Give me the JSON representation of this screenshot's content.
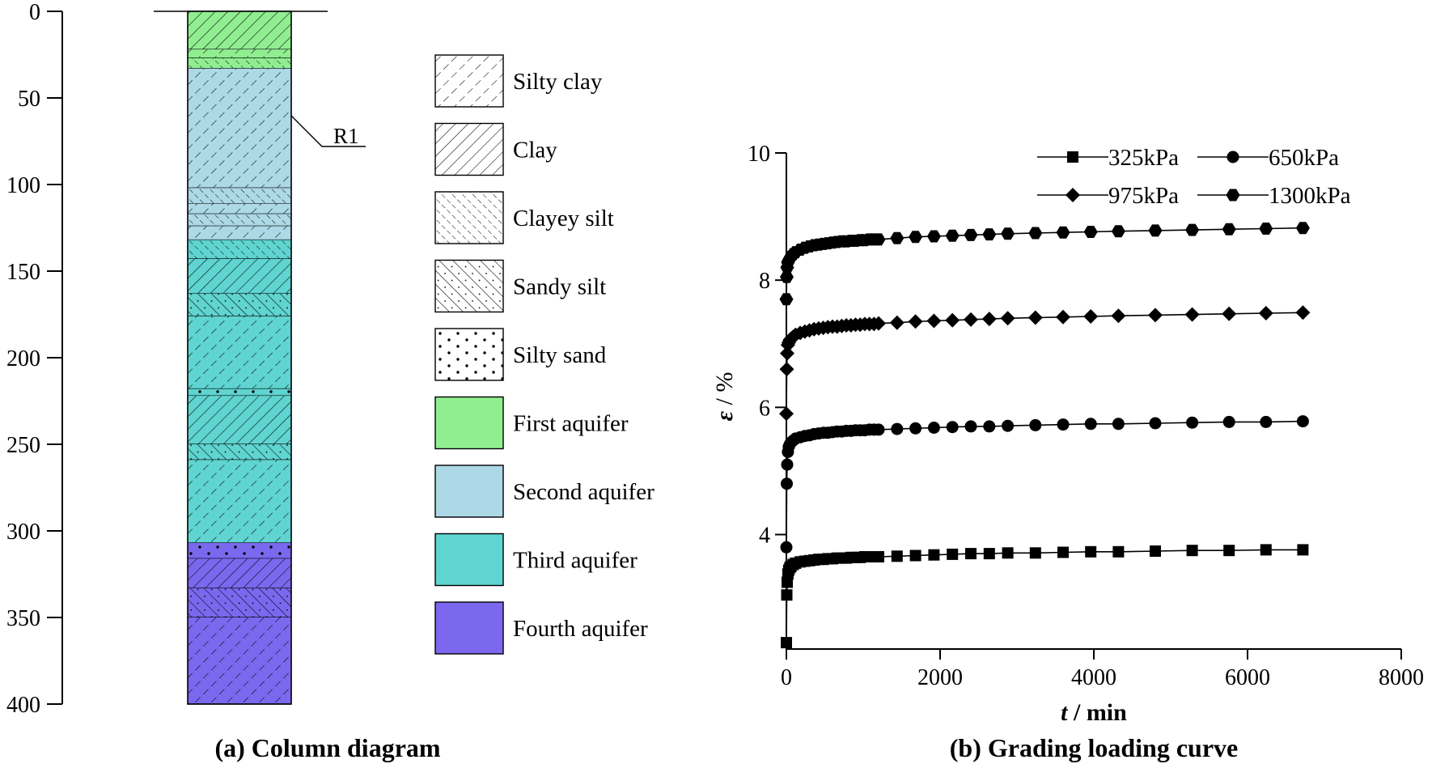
{
  "column": {
    "caption": "(a) Column diagram",
    "depth_ticks": [
      "0",
      "50",
      "100",
      "150",
      "200",
      "250",
      "300",
      "350",
      "400"
    ],
    "depth_range": [
      0,
      400
    ],
    "marker_label": "R1",
    "marker_depth": 60,
    "layers": [
      {
        "top": 0,
        "bottom": 22,
        "pattern": "clay",
        "aquifer": "first"
      },
      {
        "top": 22,
        "bottom": 27,
        "pattern": "silty-clay",
        "aquifer": "first"
      },
      {
        "top": 27,
        "bottom": 33,
        "pattern": "clayey-silt",
        "aquifer": "first"
      },
      {
        "top": 33,
        "bottom": 102,
        "pattern": "silty-clay",
        "aquifer": "second"
      },
      {
        "top": 102,
        "bottom": 111,
        "pattern": "clayey-silt",
        "aquifer": "second"
      },
      {
        "top": 111,
        "bottom": 117,
        "pattern": "silty-clay",
        "aquifer": "second"
      },
      {
        "top": 117,
        "bottom": 124,
        "pattern": "clayey-silt",
        "aquifer": "second"
      },
      {
        "top": 124,
        "bottom": 132,
        "pattern": "silty-clay",
        "aquifer": "second"
      },
      {
        "top": 132,
        "bottom": 143,
        "pattern": "clayey-silt",
        "aquifer": "third"
      },
      {
        "top": 143,
        "bottom": 163,
        "pattern": "clay",
        "aquifer": "third"
      },
      {
        "top": 163,
        "bottom": 176,
        "pattern": "sandy-silt",
        "aquifer": "third"
      },
      {
        "top": 176,
        "bottom": 218,
        "pattern": "silty-clay",
        "aquifer": "third"
      },
      {
        "top": 218,
        "bottom": 222,
        "pattern": "silty-sand",
        "aquifer": "third"
      },
      {
        "top": 222,
        "bottom": 250,
        "pattern": "clay",
        "aquifer": "third"
      },
      {
        "top": 250,
        "bottom": 259,
        "pattern": "sandy-silt",
        "aquifer": "third"
      },
      {
        "top": 259,
        "bottom": 307,
        "pattern": "silty-clay",
        "aquifer": "third"
      },
      {
        "top": 307,
        "bottom": 316,
        "pattern": "silty-sand",
        "aquifer": "fourth"
      },
      {
        "top": 316,
        "bottom": 333,
        "pattern": "clay",
        "aquifer": "fourth"
      },
      {
        "top": 333,
        "bottom": 350,
        "pattern": "sandy-silt",
        "aquifer": "fourth"
      },
      {
        "top": 350,
        "bottom": 400,
        "pattern": "silty-clay",
        "aquifer": "fourth"
      }
    ],
    "legend": [
      {
        "label": "Silty clay",
        "pattern": "silty-clay",
        "fill": ""
      },
      {
        "label": "Clay",
        "pattern": "clay",
        "fill": ""
      },
      {
        "label": "Clayey silt",
        "pattern": "clayey-silt",
        "fill": ""
      },
      {
        "label": "Sandy silt",
        "pattern": "sandy-silt",
        "fill": ""
      },
      {
        "label": "Silty sand",
        "pattern": "silty-sand",
        "fill": ""
      },
      {
        "label": "First aquifer",
        "pattern": "",
        "fill": "first"
      },
      {
        "label": "Second aquifer",
        "pattern": "",
        "fill": "second"
      },
      {
        "label": "Third aquifer",
        "pattern": "",
        "fill": "third"
      },
      {
        "label": "Fourth aquifer",
        "pattern": "",
        "fill": "fourth"
      }
    ]
  },
  "colors": {
    "first": "#90ee90",
    "second": "#add8e6",
    "third": "#5fd4d0",
    "fourth": "#7b68ee",
    "ink": "#000000"
  },
  "chart_data": {
    "type": "line",
    "title": "(b) Grading loading curve",
    "xlabel_var": "t",
    "xlabel_unit": " / min",
    "ylabel_var": "ε",
    "ylabel_unit": " / %",
    "xlim": [
      0,
      8000
    ],
    "ylim": [
      2.2,
      10
    ],
    "x_ticks": [
      0,
      2000,
      4000,
      6000,
      8000
    ],
    "y_ticks": [
      4,
      6,
      8,
      10
    ],
    "legend_position": "top-right",
    "x": [
      0,
      5,
      10,
      20,
      30,
      45,
      60,
      90,
      120,
      180,
      240,
      300,
      360,
      420,
      480,
      540,
      600,
      660,
      720,
      780,
      840,
      900,
      960,
      1020,
      1080,
      1140,
      1200,
      1440,
      1680,
      1920,
      2160,
      2400,
      2640,
      2880,
      3240,
      3600,
      3960,
      4320,
      4800,
      5280,
      5760,
      6240,
      6720
    ],
    "series": [
      {
        "name": "325kPa",
        "marker": "square",
        "values": [
          2.3,
          3.05,
          3.25,
          3.38,
          3.44,
          3.48,
          3.5,
          3.53,
          3.55,
          3.57,
          3.58,
          3.59,
          3.6,
          3.61,
          3.61,
          3.62,
          3.62,
          3.63,
          3.63,
          3.63,
          3.64,
          3.64,
          3.64,
          3.65,
          3.65,
          3.65,
          3.65,
          3.66,
          3.67,
          3.68,
          3.69,
          3.7,
          3.7,
          3.71,
          3.71,
          3.72,
          3.73,
          3.73,
          3.74,
          3.75,
          3.75,
          3.76,
          3.76
        ]
      },
      {
        "name": "650kPa",
        "marker": "circle",
        "values": [
          3.8,
          4.8,
          5.1,
          5.3,
          5.38,
          5.42,
          5.45,
          5.48,
          5.51,
          5.53,
          5.55,
          5.56,
          5.58,
          5.59,
          5.6,
          5.6,
          5.61,
          5.62,
          5.62,
          5.63,
          5.63,
          5.64,
          5.64,
          5.64,
          5.65,
          5.65,
          5.65,
          5.66,
          5.67,
          5.68,
          5.69,
          5.7,
          5.7,
          5.71,
          5.72,
          5.73,
          5.74,
          5.74,
          5.75,
          5.76,
          5.77,
          5.77,
          5.78
        ]
      },
      {
        "name": "975kPa",
        "marker": "diamond",
        "values": [
          5.9,
          6.6,
          6.85,
          6.98,
          7.02,
          7.06,
          7.08,
          7.11,
          7.14,
          7.17,
          7.19,
          7.21,
          7.23,
          7.24,
          7.25,
          7.26,
          7.27,
          7.27,
          7.28,
          7.29,
          7.29,
          7.3,
          7.3,
          7.31,
          7.31,
          7.31,
          7.32,
          7.33,
          7.35,
          7.36,
          7.37,
          7.38,
          7.39,
          7.4,
          7.41,
          7.42,
          7.43,
          7.44,
          7.45,
          7.46,
          7.47,
          7.48,
          7.49
        ]
      },
      {
        "name": "1300kPa",
        "marker": "hexagon",
        "values": [
          7.7,
          8.05,
          8.2,
          8.28,
          8.31,
          8.34,
          8.37,
          8.41,
          8.44,
          8.48,
          8.51,
          8.53,
          8.55,
          8.56,
          8.57,
          8.58,
          8.59,
          8.6,
          8.61,
          8.61,
          8.62,
          8.62,
          8.63,
          8.63,
          8.64,
          8.64,
          8.64,
          8.66,
          8.68,
          8.69,
          8.7,
          8.71,
          8.72,
          8.73,
          8.74,
          8.75,
          8.76,
          8.77,
          8.78,
          8.79,
          8.8,
          8.81,
          8.82
        ]
      }
    ]
  }
}
